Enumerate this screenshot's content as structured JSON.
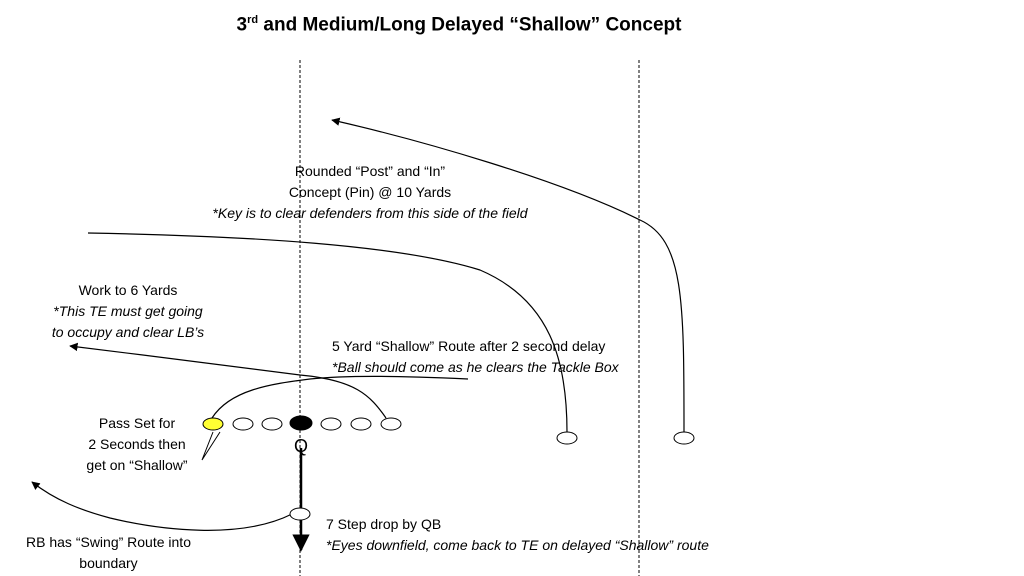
{
  "title": {
    "prefix": "3",
    "superscript": "rd",
    "rest": " and Medium/Long Delayed “Shallow” Concept"
  },
  "qb_letter": "Q",
  "annotations": {
    "post_in": {
      "line1": "Rounded “Post” and “In”",
      "line2": "Concept (Pin) @ 10 Yards",
      "line3": "*Key is to clear defenders from this side of the field"
    },
    "te_route": {
      "line1": "Work to 6 Yards",
      "line2": "*This TE must get going",
      "line3": "to occupy and clear LB’s"
    },
    "shallow": {
      "line1": "5 Yard “Shallow” Route after 2 second delay",
      "line2": "*Ball should come as he clears the Tackle Box"
    },
    "pass_set": {
      "line1": "Pass Set for",
      "line2": "2 Seconds then",
      "line3": "get on “Shallow”"
    },
    "qb_drop": {
      "line1": "7 Step drop by QB",
      "line2": "*Eyes downfield, come back to TE on delayed “Shallow” route"
    },
    "rb_swing": {
      "line1": "RB has “Swing” Route into",
      "line2": "boundary"
    }
  },
  "colors": {
    "shallow_player_fill": "#ffff33",
    "center_fill": "#000000",
    "line": "#000000"
  }
}
